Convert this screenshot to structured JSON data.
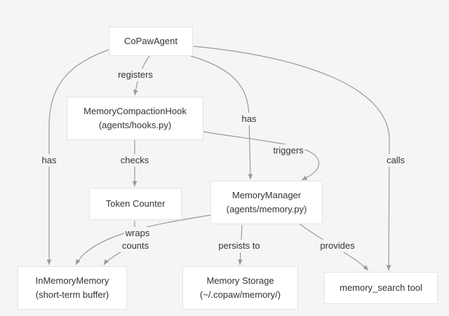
{
  "nodes": {
    "copaw_agent": {
      "line1": "CoPawAgent"
    },
    "compaction_hook": {
      "line1": "MemoryCompactionHook",
      "line2": "(agents/hooks.py)"
    },
    "token_counter": {
      "line1": "Token Counter"
    },
    "memory_manager": {
      "line1": "MemoryManager",
      "line2": "(agents/memory.py)"
    },
    "in_memory": {
      "line1": "InMemoryMemory",
      "line2": "(short-term buffer)"
    },
    "memory_storage": {
      "line1": "Memory Storage",
      "line2": "(~/.copaw/memory/)"
    },
    "search_tool": {
      "line1": "memory_search tool"
    }
  },
  "edges": {
    "registers": "registers",
    "has_left": "has",
    "has_mid": "has",
    "calls": "calls",
    "checks": "checks",
    "triggers": "triggers",
    "wraps": "wraps",
    "counts": "counts",
    "persists_to": "persists to",
    "provides": "provides"
  },
  "colors": {
    "edge": "#999999",
    "node_border": "#e2e2e2",
    "background": "#f5f5f5"
  }
}
